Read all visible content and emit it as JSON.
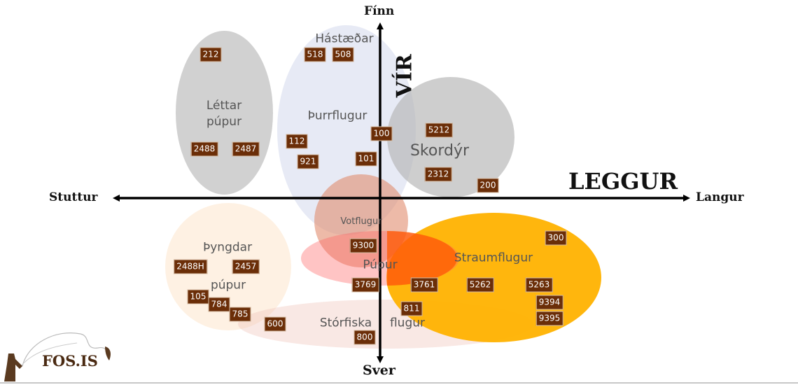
{
  "axes": {
    "vertical_title": "VÍR",
    "horizontal_title": "LEGGUR",
    "top": "Fínn",
    "bottom": "Sver",
    "left": "Stuttur",
    "right": "Langur"
  },
  "groups": {
    "lettar": {
      "line1": "Léttar",
      "line2": "púpur"
    },
    "hastaedar": "Hástæðar",
    "thurrflugur": "Þurrflugur",
    "skordyr": "Skordýr",
    "votflugur": "Votflugur",
    "pupur": "Púpur",
    "straumflugur": "Straumflugur",
    "thyngdar": {
      "line1": "Þyngdar",
      "line2": "púpur"
    },
    "storfiska": {
      "line1": "Stórfiska",
      "line2": "flugur"
    }
  },
  "badges": [
    "212",
    "518",
    "508",
    "2488",
    "2487",
    "112",
    "921",
    "100",
    "101",
    "5212",
    "2312",
    "200",
    "300",
    "9300",
    "2488H",
    "2457",
    "105",
    "784",
    "785",
    "600",
    "3769",
    "3761",
    "5262",
    "5263",
    "9394",
    "9395",
    "811",
    "800"
  ],
  "logo": {
    "text": "FOS.IS"
  },
  "colors": {
    "badge": "#6b2e08",
    "straumflugur": "#ffb800"
  }
}
